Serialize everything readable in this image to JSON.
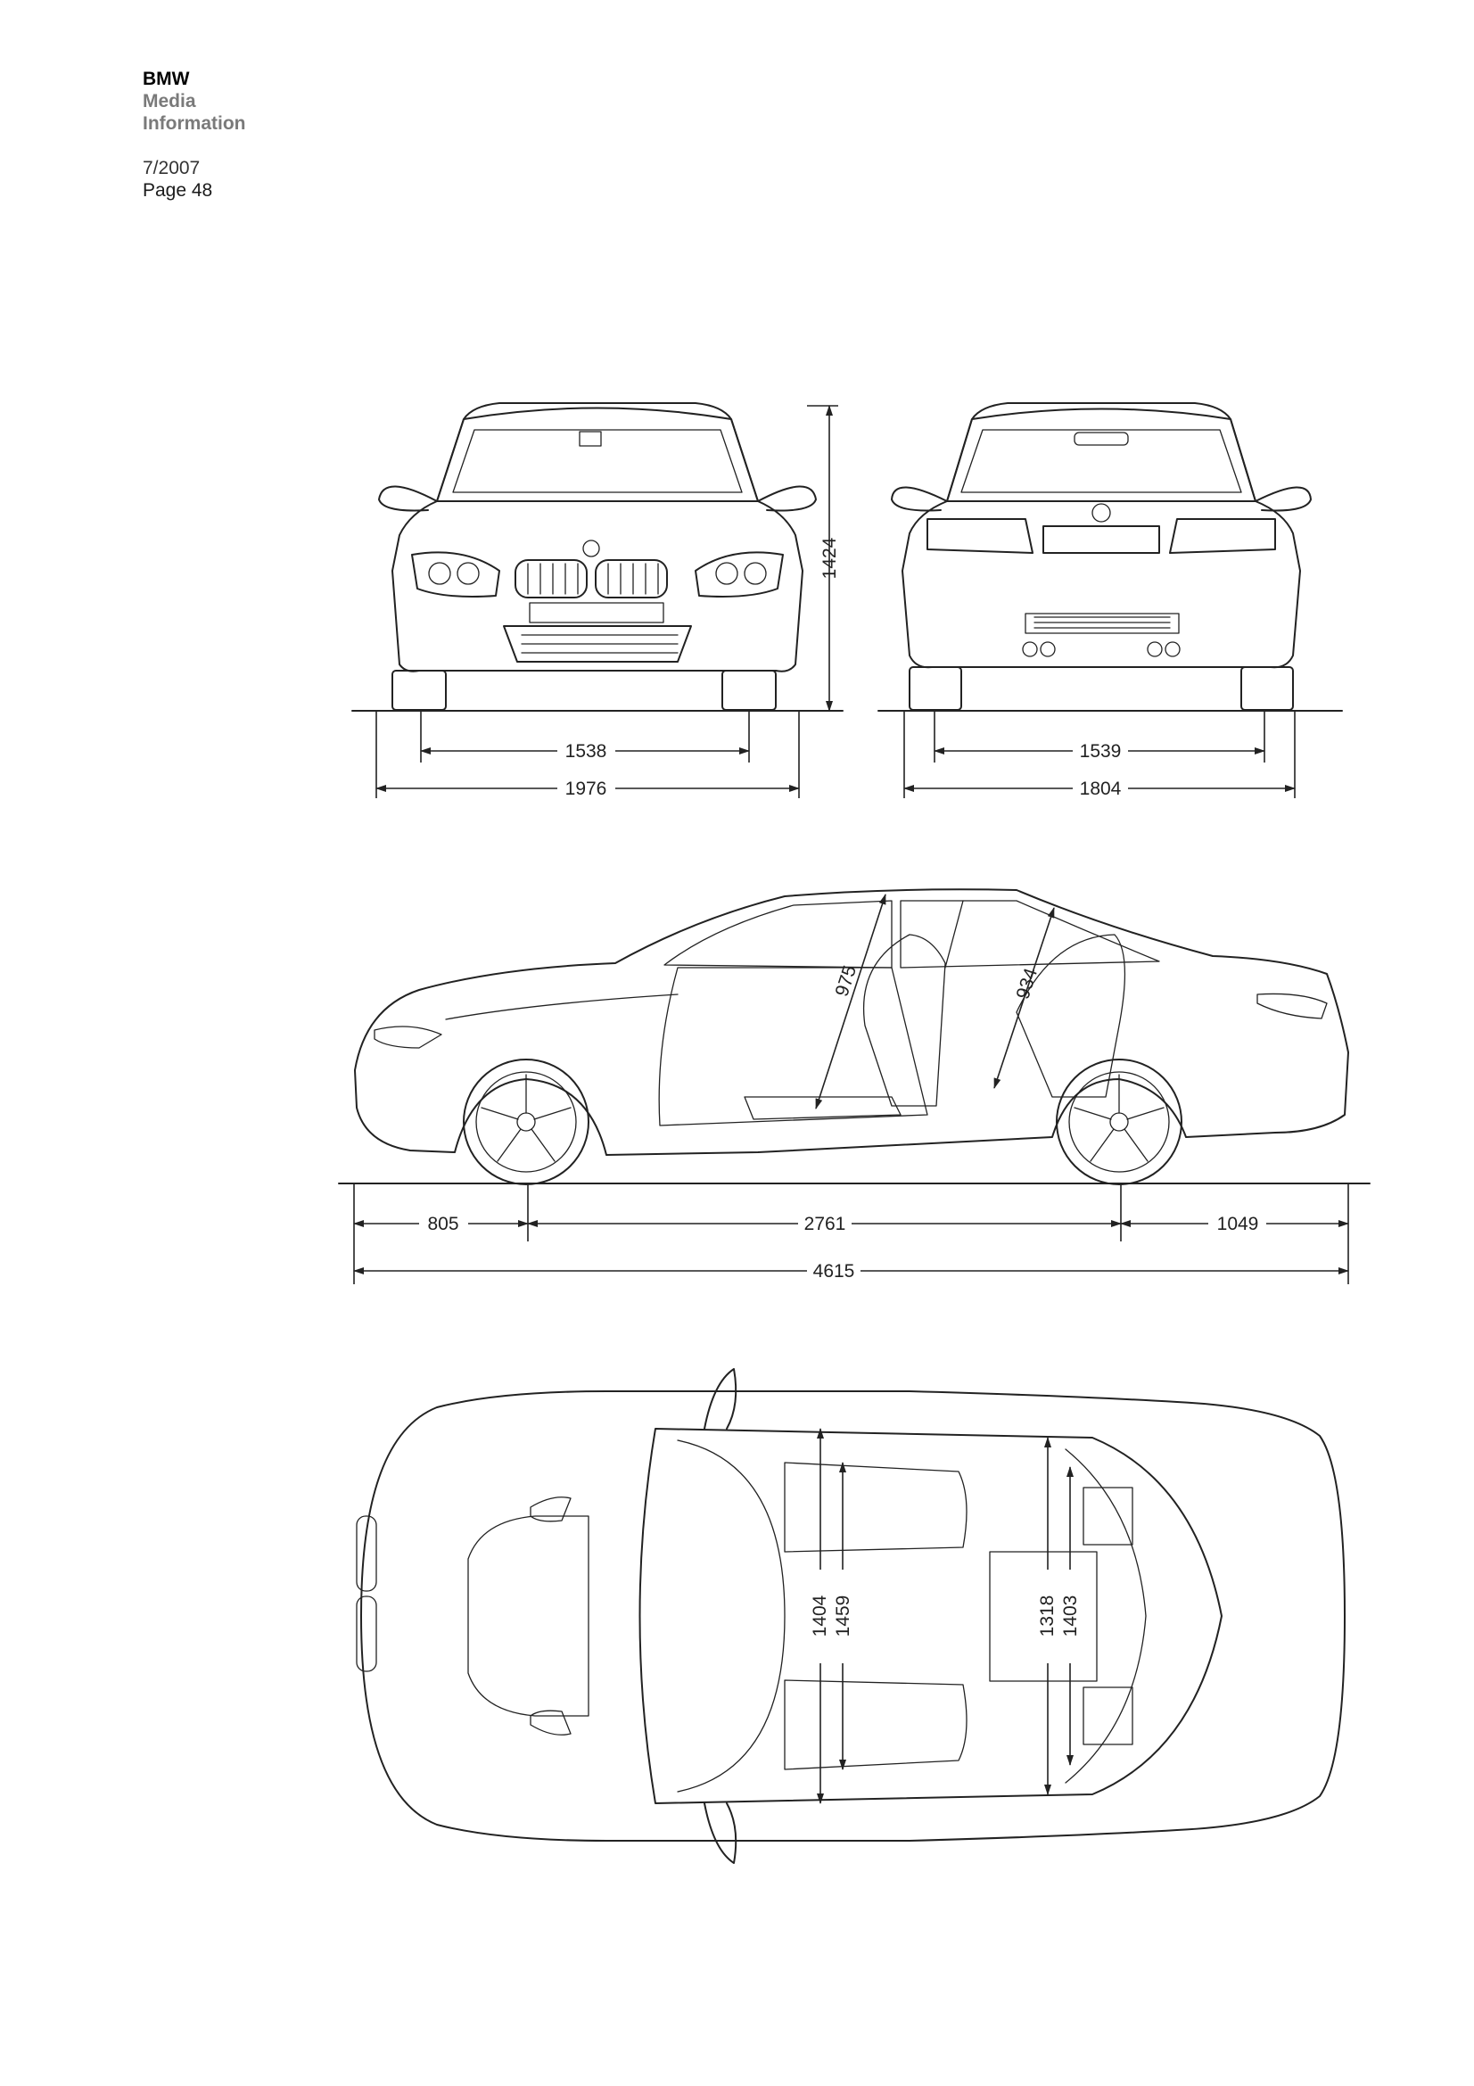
{
  "header": {
    "brand": "BMW",
    "line2": "Media",
    "line3": "Information",
    "date": "7/2007",
    "page": "Page 48"
  },
  "dimensions": {
    "front_track": "1538",
    "rear_track": "1539",
    "overall_width_mirrors": "1976",
    "overall_width": "1804",
    "height": "1424",
    "front_headroom": "975",
    "rear_headroom": "934",
    "front_overhang": "805",
    "wheelbase": "2761",
    "rear_overhang": "1049",
    "overall_length": "4615",
    "front_shoulder_width": "1404",
    "front_elbow_width": "1459",
    "rear_shoulder_width": "1318",
    "rear_elbow_width": "1403"
  }
}
